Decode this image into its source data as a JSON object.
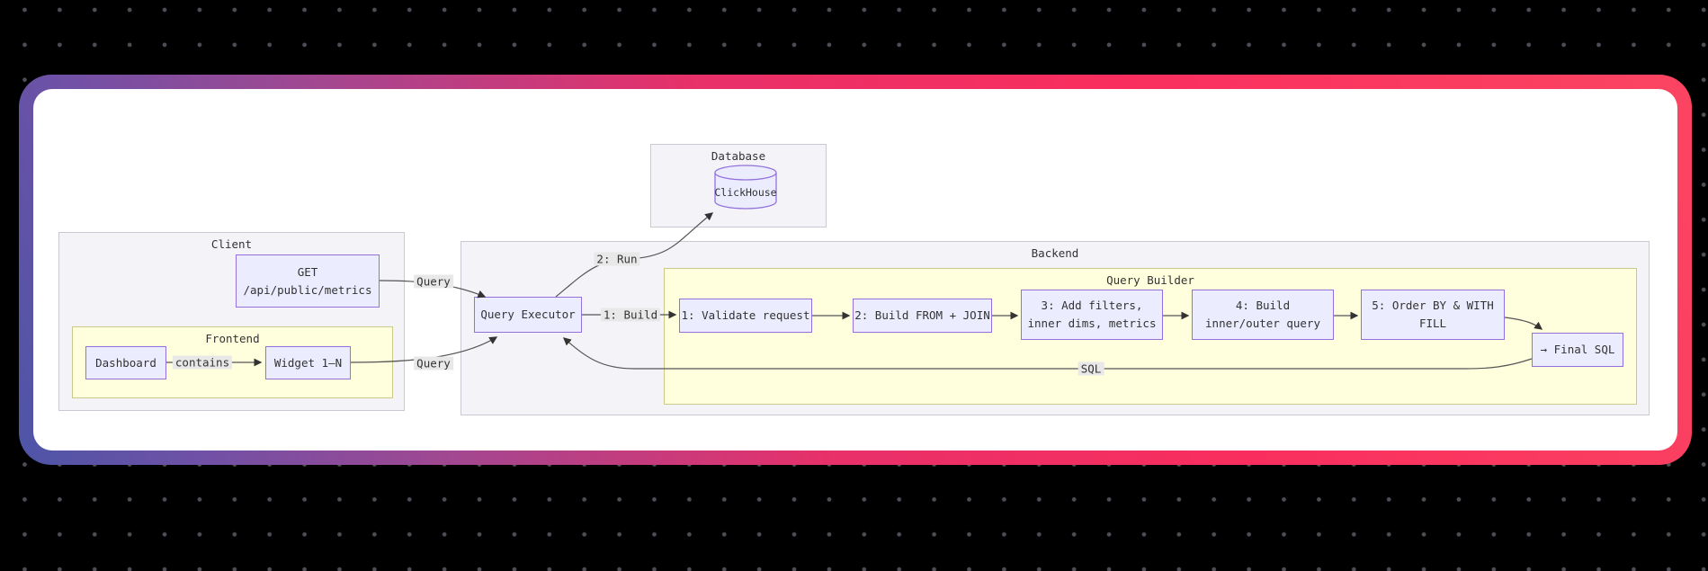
{
  "canvas": {
    "background_color": "#000000",
    "dot_color": "#4e4e56",
    "card_background": "#ffffff",
    "card_gradient": [
      "#4d55a7",
      "#8b4da4",
      "#e83069",
      "#fb4562"
    ]
  },
  "diagram": {
    "clusters": {
      "client": {
        "label": "Client"
      },
      "frontend": {
        "label": "Frontend"
      },
      "database": {
        "label": "Database"
      },
      "backend": {
        "label": "Backend"
      },
      "query_builder": {
        "label": "Query Builder"
      }
    },
    "nodes": {
      "get_endpoint": {
        "line1": "GET",
        "line2": "/api/public/metrics"
      },
      "dashboard": {
        "label": "Dashboard"
      },
      "widget": {
        "label": "Widget 1–N"
      },
      "clickhouse": {
        "label": "ClickHouse"
      },
      "query_executor": {
        "label": "Query Executor"
      },
      "step1": {
        "label": "1: Validate request"
      },
      "step2": {
        "label": "2: Build FROM + JOIN"
      },
      "step3": {
        "line1": "3: Add filters,",
        "line2": "inner dims, metrics"
      },
      "step4": {
        "line1": "4: Build",
        "line2": "inner/outer query"
      },
      "step5": {
        "line1": "5: Order BY & WITH",
        "line2": "FILL"
      },
      "final_sql": {
        "label": "→ Final SQL"
      }
    },
    "edge_labels": {
      "query_from_get": "Query",
      "query_from_widget": "Query",
      "contains": "contains",
      "run": "2: Run",
      "build": "1: Build",
      "sql": "SQL"
    },
    "colors": {
      "node_fill": "#ECECFF",
      "node_border": "#9370DB",
      "cluster_fill": "#f4f4f8",
      "nested_cluster_fill": "#ffffde",
      "edge_line": "#555555",
      "edge_label_bg": "#e8e8e8",
      "text": "#333333"
    }
  }
}
